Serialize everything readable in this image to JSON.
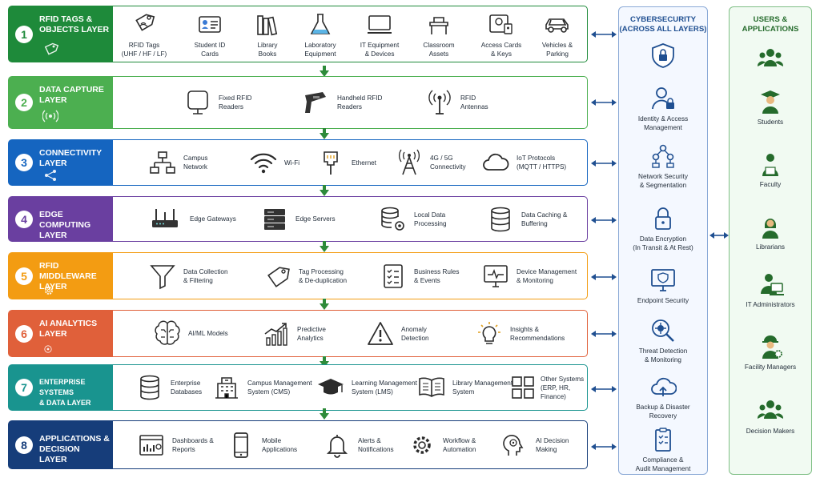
{
  "colors": {
    "layer1": "#1e8a3a",
    "layer2": "#4caf50",
    "layer3": "#1565c0",
    "layer4": "#6a3fa0",
    "layer5": "#f39c12",
    "layer6": "#e0603a",
    "layer7": "#19948f",
    "layer8": "#163d7a",
    "arrow_green": "#2e8b3a",
    "link_blue": "#1f4f91",
    "icon": "#2b2b2b"
  },
  "layers": [
    {
      "num": "1",
      "title": "RFID TAGS &\nOBJECTS LAYER",
      "icon": "tag-icon",
      "items": [
        {
          "icon": "rfid-tag-icon",
          "label": "RFID Tags\n(UHF / HF / LF)"
        },
        {
          "icon": "id-card-icon",
          "label": "Student ID\nCards"
        },
        {
          "icon": "books-icon",
          "label": "Library\nBooks"
        },
        {
          "icon": "flask-icon",
          "label": "Laboratory\nEquipment"
        },
        {
          "icon": "monitor-icon",
          "label": "IT Equipment\n& Devices"
        },
        {
          "icon": "desk-icon",
          "label": "Classroom\nAssets"
        },
        {
          "icon": "access-card-icon",
          "label": "Access Cards\n& Keys"
        },
        {
          "icon": "car-icon",
          "label": "Vehicles &\nParking"
        }
      ]
    },
    {
      "num": "2",
      "title": "DATA CAPTURE\nLAYER",
      "icon": "signal-icon",
      "items": [
        {
          "icon": "fixed-reader-icon",
          "label": "Fixed RFID\nReaders"
        },
        {
          "icon": "handheld-reader-icon",
          "label": "Handheld RFID\nReaders"
        },
        {
          "icon": "antenna-icon",
          "label": "RFID\nAntennas"
        }
      ]
    },
    {
      "num": "3",
      "title": "CONNECTIVITY\nLAYER",
      "icon": "share-icon",
      "items": [
        {
          "icon": "network-icon",
          "label": "Campus\nNetwork"
        },
        {
          "icon": "wifi-icon",
          "label": "Wi-Fi"
        },
        {
          "icon": "ethernet-icon",
          "label": "Ethernet"
        },
        {
          "icon": "cell-tower-icon",
          "label": "4G / 5G\nConnectivity"
        },
        {
          "icon": "cloud-icon",
          "label": "IoT Protocols\n(MQTT / HTTPS)"
        }
      ]
    },
    {
      "num": "4",
      "title": "EDGE COMPUTING\nLAYER",
      "icon": "",
      "items": [
        {
          "icon": "router-icon",
          "label": "Edge Gateways"
        },
        {
          "icon": "server-icon",
          "label": "Edge Servers"
        },
        {
          "icon": "database-gear-icon",
          "label": "Local Data\nProcessing"
        },
        {
          "icon": "database-icon",
          "label": "Data Caching &\nBuffering"
        }
      ]
    },
    {
      "num": "5",
      "title": "RFID MIDDLEWARE\nLAYER",
      "icon": "gear-icon",
      "items": [
        {
          "icon": "funnel-icon",
          "label": "Data Collection\n& Filtering"
        },
        {
          "icon": "tag-process-icon",
          "label": "Tag Processing\n& De-duplication"
        },
        {
          "icon": "checklist-icon",
          "label": "Business Rules\n& Events"
        },
        {
          "icon": "monitor-pulse-icon",
          "label": "Device Management\n& Monitoring"
        }
      ]
    },
    {
      "num": "6",
      "title": "AI ANALYTICS\nLAYER",
      "icon": "ai-icon",
      "items": [
        {
          "icon": "brain-icon",
          "label": "AI/ML Models"
        },
        {
          "icon": "trend-chart-icon",
          "label": "Predictive\nAnalytics"
        },
        {
          "icon": "warning-icon",
          "label": "Anomaly\nDetection"
        },
        {
          "icon": "lightbulb-icon",
          "label": "Insights &\nRecommendations"
        }
      ]
    },
    {
      "num": "7",
      "title": "ENTERPRISE SYSTEMS\n& DATA LAYER",
      "icon": "",
      "items": [
        {
          "icon": "database-icon",
          "label": "Enterprise\nDatabases"
        },
        {
          "icon": "building-icon",
          "label": "Campus Management\nSystem (CMS)"
        },
        {
          "icon": "graduation-cap-icon",
          "label": "Learning Management\nSystem (LMS)"
        },
        {
          "icon": "open-book-icon",
          "label": "Library Management\nSystem"
        },
        {
          "icon": "grid-icon",
          "label": "Other Systems\n(ERP, HR, Finance)"
        }
      ]
    },
    {
      "num": "8",
      "title": "APPLICATIONS &\nDECISION LAYER",
      "icon": "",
      "items": [
        {
          "icon": "dashboard-icon",
          "label": "Dashboards &\nReports"
        },
        {
          "icon": "mobile-icon",
          "label": "Mobile\nApplications"
        },
        {
          "icon": "bell-icon",
          "label": "Alerts &\nNotifications"
        },
        {
          "icon": "workflow-gear-icon",
          "label": "Workflow &\nAutomation"
        },
        {
          "icon": "ai-head-icon",
          "label": "AI Decision\nMaking"
        }
      ]
    }
  ],
  "cybersecurity": {
    "title": "CYBERSECURITY\n(ACROSS ALL LAYERS)",
    "items": [
      {
        "icon": "shield-lock-icon",
        "label": ""
      },
      {
        "icon": "user-lock-icon",
        "label": "Identity & Access\nManagement"
      },
      {
        "icon": "network-segment-icon",
        "label": "Network Security\n& Segmentation"
      },
      {
        "icon": "padlock-icon",
        "label": "Data Encryption\n(In Transit & At Rest)"
      },
      {
        "icon": "endpoint-shield-icon",
        "label": "Endpoint Security"
      },
      {
        "icon": "threat-search-icon",
        "label": "Threat Detection\n& Monitoring"
      },
      {
        "icon": "cloud-backup-icon",
        "label": "Backup & Disaster\nRecovery"
      },
      {
        "icon": "compliance-icon",
        "label": "Compliance &\nAudit Management"
      }
    ]
  },
  "users": {
    "title": "USERS &\nAPPLICATIONS",
    "items": [
      {
        "icon": "group-icon",
        "label": ""
      },
      {
        "icon": "student-icon",
        "label": "Students"
      },
      {
        "icon": "faculty-icon",
        "label": "Faculty"
      },
      {
        "icon": "librarian-icon",
        "label": "Librarians"
      },
      {
        "icon": "it-admin-icon",
        "label": "IT Administrators"
      },
      {
        "icon": "facility-manager-icon",
        "label": "Facility Managers"
      },
      {
        "icon": "decision-makers-icon",
        "label": "Decision Makers"
      }
    ]
  }
}
